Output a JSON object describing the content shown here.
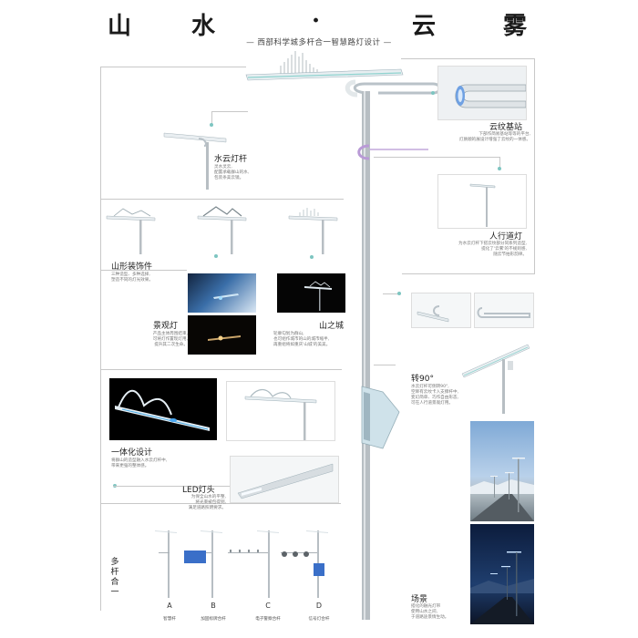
{
  "title": {
    "chars": [
      "山",
      "水",
      "·",
      "云",
      "雾"
    ],
    "subtitle": "— 西部科学城多杆合一智慧路灯设计 —"
  },
  "sections": {
    "cloud_station": {
      "label": "云纹基站",
      "desc": "下部作简易基站等等的平台,\n灯质顺的展设计增强了云纹的一体感。"
    },
    "water_cloud_pole": {
      "label": "水云灯杆",
      "desc": "灵水灵云,\n配置承载群山的水,\n包装条美云镜。"
    },
    "pedestrian_lamp": {
      "label": "人行道灯",
      "desc": "为水云灯杆下搭云纹部分同系列造型,\n提化了'云雾'的不规则感,\n随云节拍形韵律。"
    },
    "mountain_ornament": {
      "label": "山形装饰件",
      "desc": "三种造型、多种选择,\n塑造不同的灯光效果。"
    },
    "landscape_lamp": {
      "label": "景观灯",
      "desc": "产品主体周围结束,\n可将灯作置现灯用,\n提升其二次生命。"
    },
    "mountain_city": {
      "label": "山之城",
      "desc": "轮廓勾划为群山,\n也可组作城市的山的城市缩半,\n再重组将如重庆'山城'的美美。"
    },
    "rotate": {
      "label": "转90°",
      "desc": "水云灯杆可侧转90°,\n空降有云纹卡入支撑杆中,\n变幻简单、巧作自由形态,\n可在人行道景观灯用。"
    },
    "integrated": {
      "label": "一体化设计",
      "desc": "将群山的造型融入水云灯杆中,\n带来更强的整体感。"
    },
    "led_head": {
      "label": "LED灯头",
      "desc": "为保全山水的平整,\n将光束被包得到,\n满足道路照明要求。"
    },
    "multi_pole": {
      "label": "多杆合一"
    },
    "scene": {
      "label": "场景",
      "desc": "搭化的融光灯带\n使用山水之间,\n于道路途景情生动。"
    }
  },
  "poles": [
    {
      "letter": "A",
      "name": "智慧杆"
    },
    {
      "letter": "B",
      "name": "加固标牌合杆"
    },
    {
      "letter": "C",
      "name": "电子警察合杆"
    },
    {
      "letter": "D",
      "name": "信号灯合杆"
    }
  ],
  "colors": {
    "accent": "#7dc5c1",
    "purple": "#b99ad6",
    "pole": "#a9b0b6",
    "frame": "#c8c8c8"
  }
}
